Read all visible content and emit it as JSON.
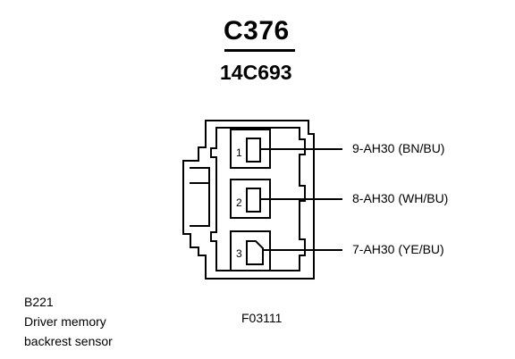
{
  "header": {
    "connector_id": "C376",
    "part_number": "14C693"
  },
  "component": {
    "code": "B221",
    "name_line1": "Driver memory",
    "name_line2": "backrest sensor"
  },
  "figure_id": "F03111",
  "pins": [
    {
      "number": "1",
      "circuit": "9-AH30 (BN/BU)"
    },
    {
      "number": "2",
      "circuit": "8-AH30 (WH/BU)"
    },
    {
      "number": "3",
      "circuit": "7-AH30 (YE/BU)"
    }
  ]
}
